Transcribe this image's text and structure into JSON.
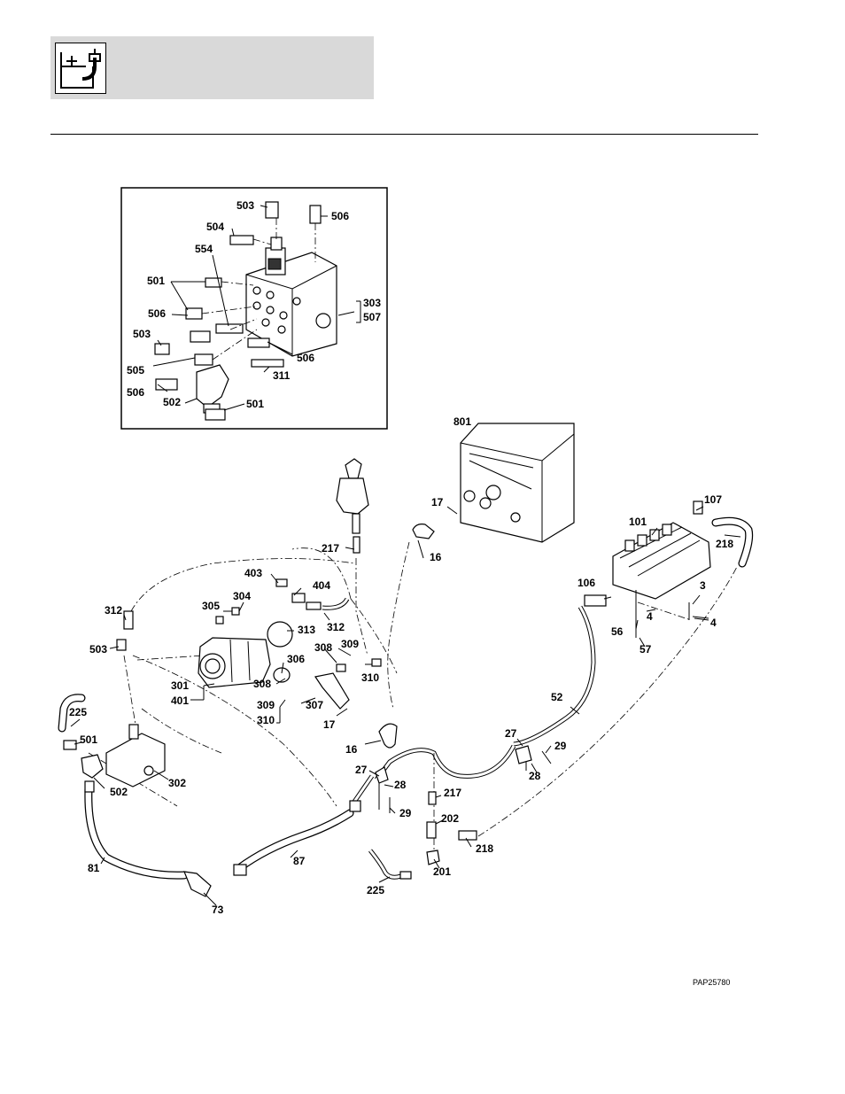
{
  "figure_ref": "PAP25780",
  "header": {
    "icon": "hydraulic-reservoir-pump-icon"
  },
  "inset_labels": [
    "503",
    "506",
    "504",
    "554",
    "501",
    "506",
    "503",
    "505",
    "506",
    "502",
    "501",
    "311",
    "506",
    "303",
    "507"
  ],
  "main_labels": [
    "801",
    "17",
    "16",
    "107",
    "101",
    "218",
    "217",
    "403",
    "404",
    "305",
    "304",
    "312",
    "313",
    "503",
    "312",
    "308",
    "309",
    "306",
    "310",
    "301",
    "401",
    "308",
    "307",
    "309",
    "310",
    "17",
    "16",
    "106",
    "3",
    "4",
    "56",
    "4",
    "57",
    "225",
    "501",
    "502",
    "302",
    "52",
    "27",
    "29",
    "28",
    "27",
    "28",
    "29",
    "217",
    "202",
    "218",
    "201",
    "225",
    "81",
    "87",
    "73"
  ]
}
